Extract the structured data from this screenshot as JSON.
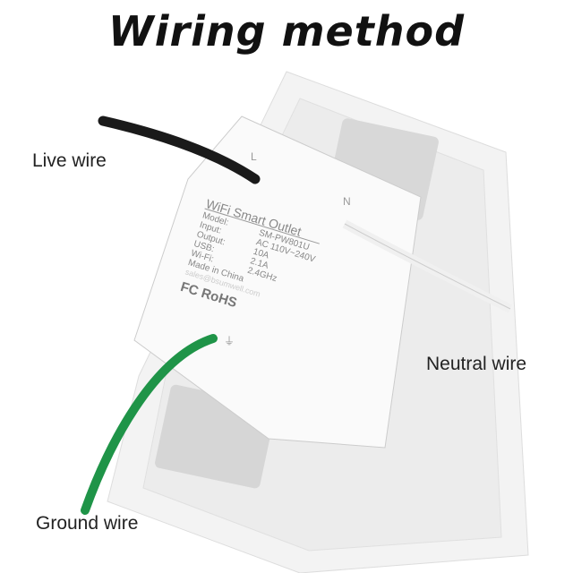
{
  "title": "Wiring method",
  "labels": {
    "live": "Live wire",
    "neutral": "Neutral wire",
    "ground": "Ground wire"
  },
  "device": {
    "name": "WiFi Smart Outlet",
    "specs": [
      {
        "k": "Model:",
        "v": "SM-PW801U"
      },
      {
        "k": "Input:",
        "v": "AC 110V~240V"
      },
      {
        "k": "Output:",
        "v": "10A"
      },
      {
        "k": "USB:",
        "v": "2.1A"
      },
      {
        "k": "Wi-Fi:",
        "v": "2.4GHz"
      }
    ],
    "origin": "Made in China",
    "certs": "FC  RoHS",
    "watermark": "sales@bsumwell.com",
    "terminals": {
      "live": "L",
      "neutral": "N",
      "ground": "⏚"
    }
  },
  "colors": {
    "live": "#1a1a1a",
    "neutral": "#f4f4f4",
    "ground": "#1f9448",
    "plate": "#f2f2f2"
  }
}
